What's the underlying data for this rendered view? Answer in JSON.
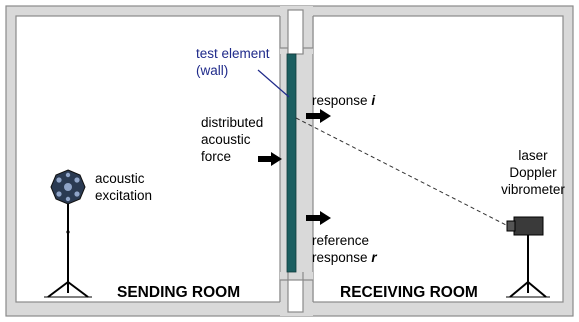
{
  "labels": {
    "test_element_line1": "test element",
    "test_element_line2": "(wall)",
    "response_i_text": "response",
    "response_i_symbol": "i",
    "distributed_force_line1": "distributed",
    "distributed_force_line2": "acoustic",
    "distributed_force_line3": "force",
    "acoustic_excitation_line1": "acoustic",
    "acoustic_excitation_line2": "excitation",
    "vibrometer_line1": "laser",
    "vibrometer_line2": "Doppler",
    "vibrometer_line3": "vibrometer",
    "reference_line1": "reference",
    "reference_line2_text": "response",
    "reference_line2_symbol": "r",
    "sending_room": "SENDING ROOM",
    "receiving_room": "RECEIVING ROOM"
  },
  "colors": {
    "wall_outer": "#8a8a8a",
    "wall_fill": "#d9d9d9",
    "test_element": "#1b5e60",
    "leader_line": "#1f2a8a",
    "arrow": "#000000",
    "speaker": "#2a3a52",
    "vibrometer": "#3a3a3a"
  },
  "icons": {
    "speaker": "dodecahedron-loudspeaker-icon",
    "vibrometer": "laser-doppler-vibrometer-icon",
    "arrow": "right-arrow-icon"
  }
}
